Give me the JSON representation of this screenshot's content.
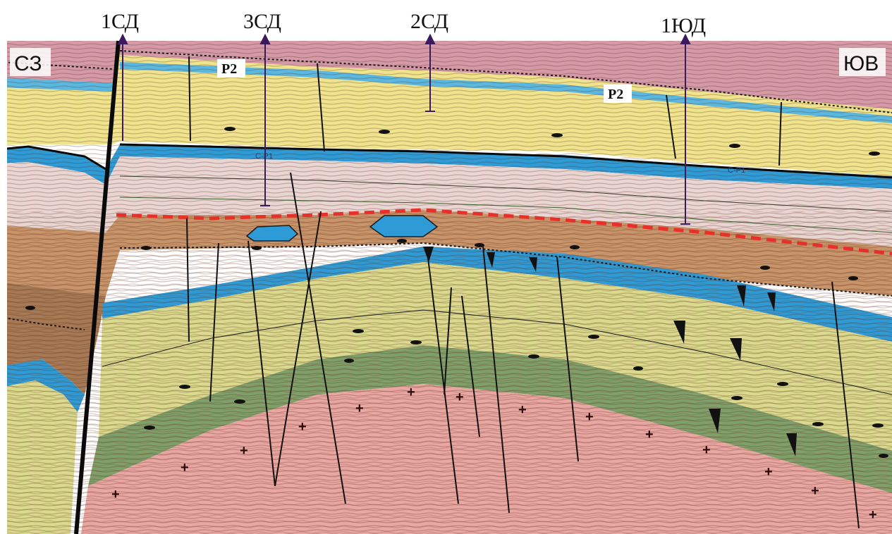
{
  "wells": [
    {
      "label": "1СД"
    },
    {
      "label": "3СД"
    },
    {
      "label": "2СД"
    },
    {
      "label": "1ЮД"
    }
  ],
  "sides": {
    "left": "СЗ",
    "right": "ЮВ"
  },
  "horizon_labels": {
    "p2_left": "P2",
    "p2_right": "P2",
    "cp1_left": "C-P1",
    "cp1_right": "C-P1"
  },
  "colors": {
    "salt_top": "#d49aa8",
    "yellow_layer": "#efe38e",
    "blue_layer": "#2e9bd6",
    "pink_white": "#e9d6d3",
    "brown_layer": "#b8835e",
    "olive_layer": "#d9d98a",
    "green_layer": "#7fa06a",
    "basement": "#e9a7a3",
    "red_marker": "#e8302a"
  },
  "basement_symbol": "+"
}
